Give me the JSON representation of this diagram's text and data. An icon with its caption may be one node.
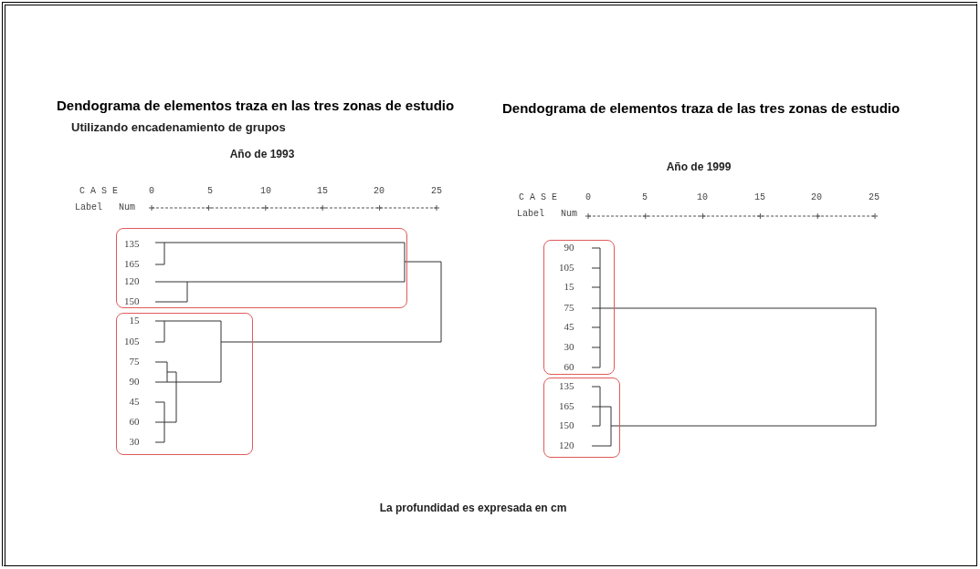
{
  "diagram": {
    "caption": "La profundidad es expresada en cm",
    "nodes": [
      {
        "text": [
          "135",
          "165",
          "120",
          "150"
        ]
      },
      {
        "text": [
          "15",
          "105",
          "75",
          "90",
          "45",
          "60",
          "30"
        ]
      },
      {
        "text": [
          "90",
          "105",
          "15",
          "75",
          "45",
          "30",
          "60"
        ]
      },
      {
        "text": [
          "135",
          "165",
          "150",
          "120"
        ]
      }
    ],
    "labels": [
      "Dendograma de elementos traza en las tres zonas de estudio",
      "Utilizando encadenamiento de grupos",
      "Año de 1993",
      "C A S E",
      "0",
      "5",
      "10",
      "15",
      "20",
      "25",
      "Label",
      "Num",
      "Dendograma de elementos traza de las tres zonas de estudio",
      "Año de 1999",
      "C A S E",
      "0",
      "5",
      "10",
      "15",
      "20",
      "25",
      "Label",
      "Num"
    ]
  }
}
